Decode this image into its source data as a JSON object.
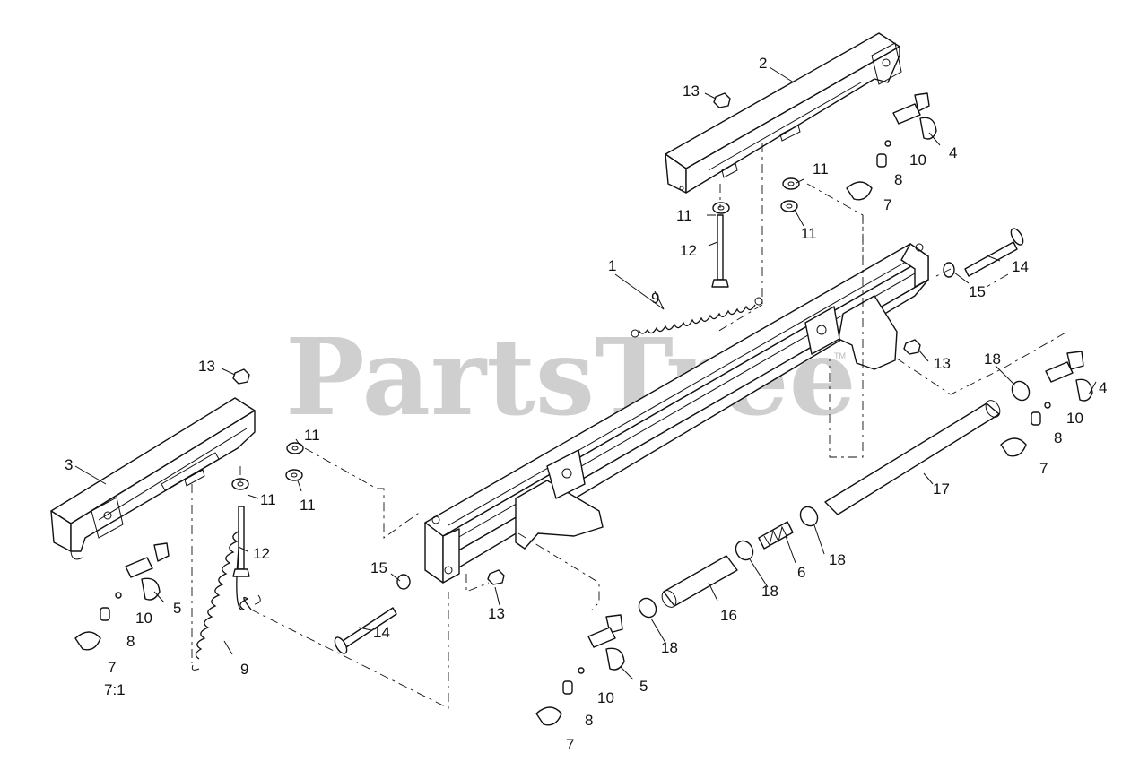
{
  "watermark": "PartsTree",
  "trademark": "TM",
  "caption": "7:1",
  "callouts": [
    {
      "id": "c1",
      "label": "1"
    },
    {
      "id": "c2",
      "label": "2"
    },
    {
      "id": "c3",
      "label": "3"
    },
    {
      "id": "c4a",
      "label": "4"
    },
    {
      "id": "c4b",
      "label": "4"
    },
    {
      "id": "c5a",
      "label": "5"
    },
    {
      "id": "c5b",
      "label": "5"
    },
    {
      "id": "c6",
      "label": "6"
    },
    {
      "id": "c7a",
      "label": "7"
    },
    {
      "id": "c7b",
      "label": "7"
    },
    {
      "id": "c7c",
      "label": "7"
    },
    {
      "id": "c7d",
      "label": "7"
    },
    {
      "id": "c8a",
      "label": "8"
    },
    {
      "id": "c8b",
      "label": "8"
    },
    {
      "id": "c8c",
      "label": "8"
    },
    {
      "id": "c8d",
      "label": "8"
    },
    {
      "id": "c9a",
      "label": "9"
    },
    {
      "id": "c9b",
      "label": "9"
    },
    {
      "id": "c10a",
      "label": "10"
    },
    {
      "id": "c10b",
      "label": "10"
    },
    {
      "id": "c10c",
      "label": "10"
    },
    {
      "id": "c10d",
      "label": "10"
    },
    {
      "id": "c11a",
      "label": "11"
    },
    {
      "id": "c11b",
      "label": "11"
    },
    {
      "id": "c11c",
      "label": "11"
    },
    {
      "id": "c11d",
      "label": "11"
    },
    {
      "id": "c11e",
      "label": "11"
    },
    {
      "id": "c11f",
      "label": "11"
    },
    {
      "id": "c12a",
      "label": "12"
    },
    {
      "id": "c12b",
      "label": "12"
    },
    {
      "id": "c13a",
      "label": "13"
    },
    {
      "id": "c13b",
      "label": "13"
    },
    {
      "id": "c13c",
      "label": "13"
    },
    {
      "id": "c13d",
      "label": "13"
    },
    {
      "id": "c14a",
      "label": "14"
    },
    {
      "id": "c14b",
      "label": "14"
    },
    {
      "id": "c15a",
      "label": "15"
    },
    {
      "id": "c15b",
      "label": "15"
    },
    {
      "id": "c16",
      "label": "16"
    },
    {
      "id": "c17",
      "label": "17"
    },
    {
      "id": "c18a",
      "label": "18"
    },
    {
      "id": "c18b",
      "label": "18"
    },
    {
      "id": "c18c",
      "label": "18"
    },
    {
      "id": "c18d",
      "label": "18"
    }
  ]
}
